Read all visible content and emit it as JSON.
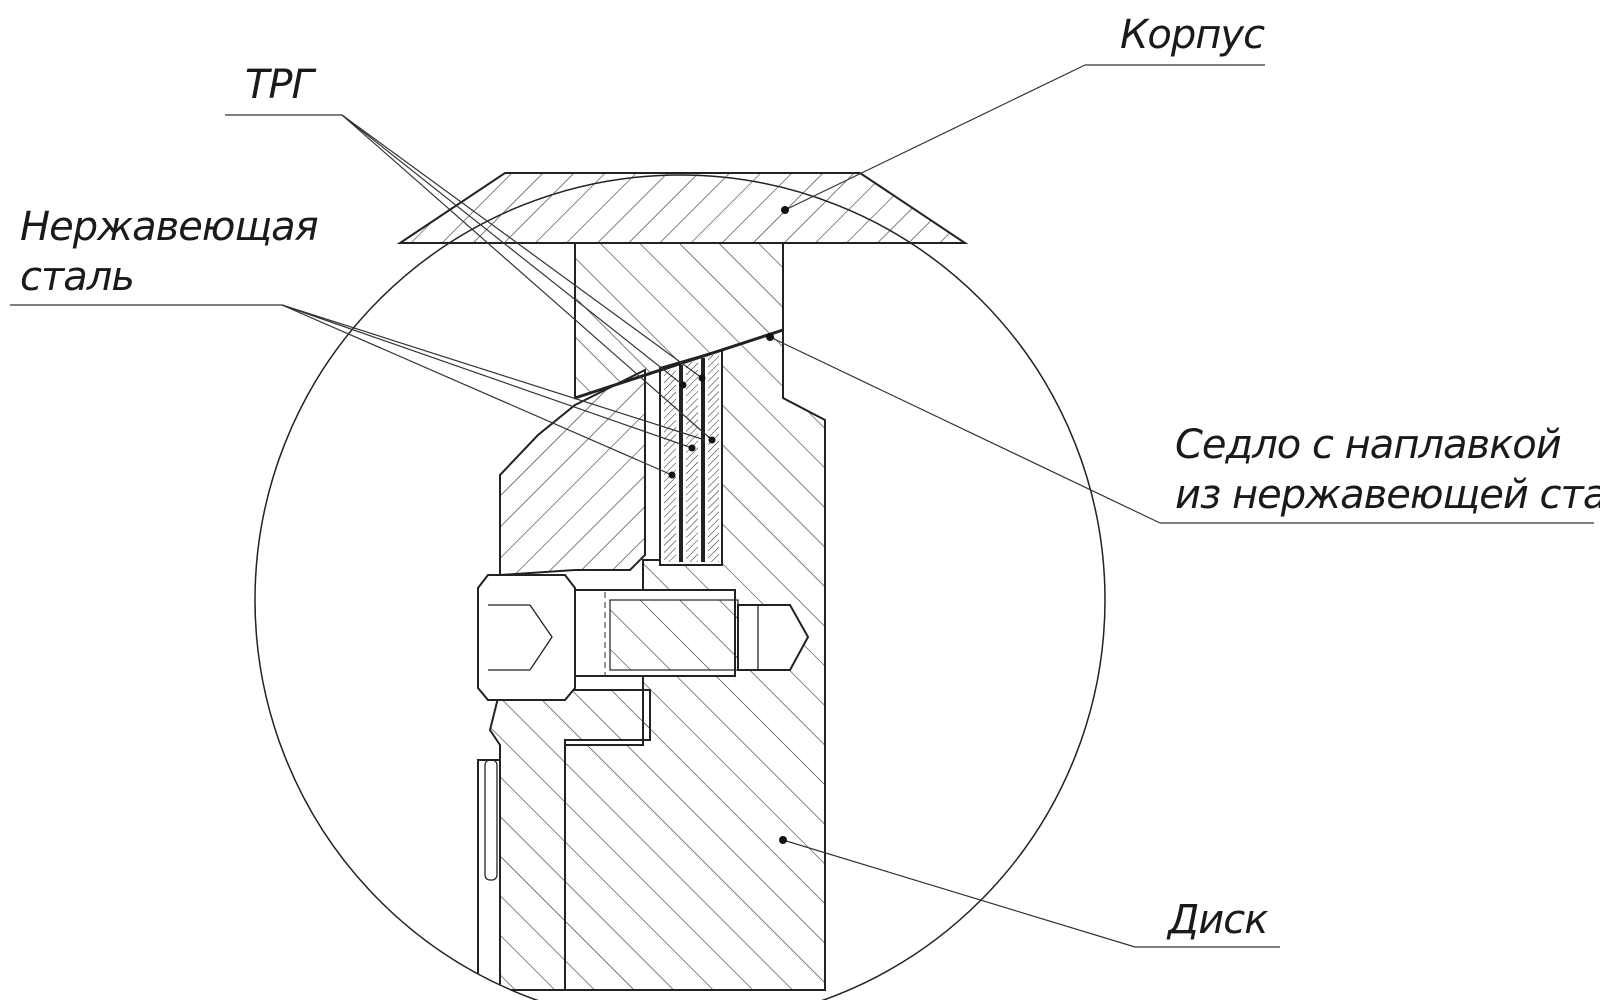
{
  "labels": {
    "body": "Корпус",
    "trg": "ТРГ",
    "stainless_line1": "Нержавеющая",
    "stainless_line2": "сталь",
    "seat_line1": "Седло с наплавкой",
    "seat_line2": "из нержавеющей стали",
    "disc": "Диск"
  },
  "colors": {
    "line": "#222222",
    "hatch": "#333333",
    "background": "#ffffff"
  }
}
